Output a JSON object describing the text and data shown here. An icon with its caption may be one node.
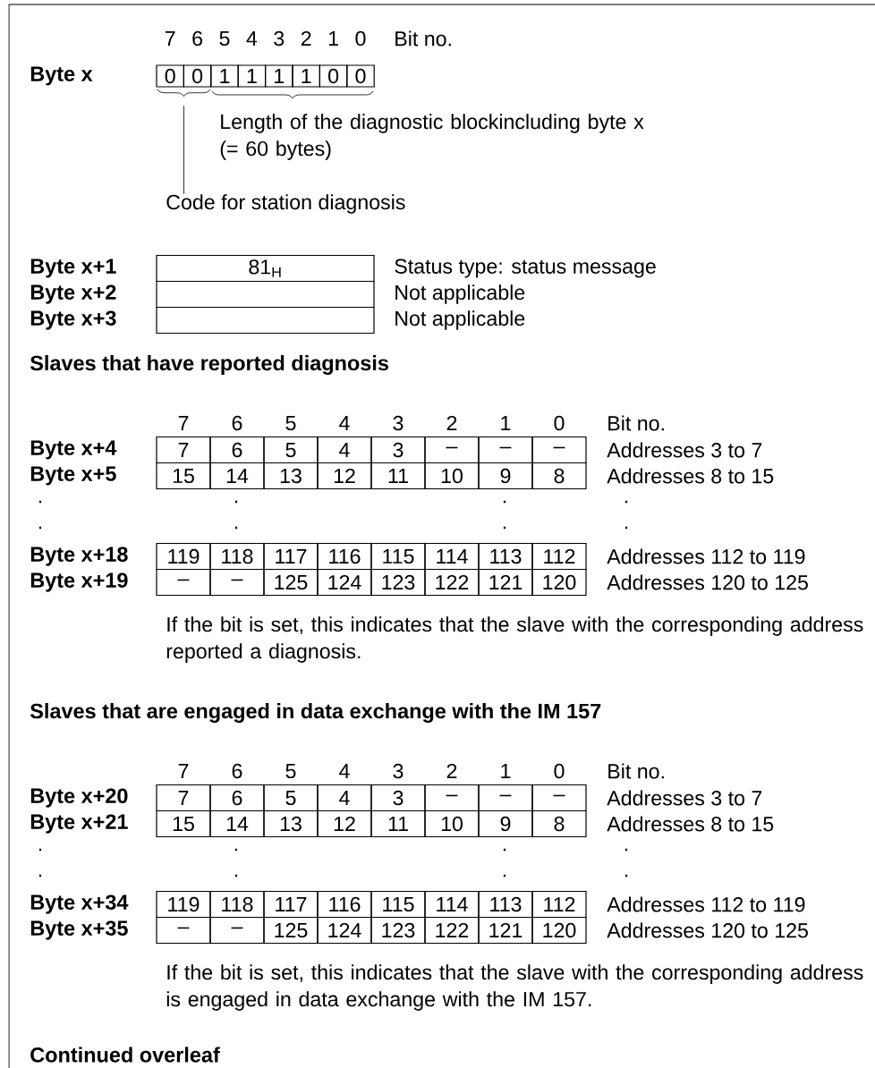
{
  "diagram": {
    "nodes": [
      {
        "text": [
          "Code for station diagnosis"
        ]
      },
      {
        "text": [],
        "shape": "bracket"
      }
    ],
    "edges": [
      {
        "from": 0,
        "to": 1,
        "arrow": "none"
      }
    ],
    "labels": [
      "7",
      "6",
      "5",
      "4",
      "3",
      "2",
      "1",
      "0",
      "Bit no.",
      "Byte x",
      "0",
      "0",
      "1",
      "1",
      "1",
      "1",
      "0",
      "0",
      "Length of the diagnostic blockincluding byte x (= 60 bytes)",
      "Byte x+1",
      "81$_{H}$",
      "Status type: status message",
      "Byte x+2",
      "Not applicable",
      "Byte x+3",
      "Not applicable",
      "Slaves that have reported diagnosis",
      "7",
      "6",
      "5",
      "4",
      "3",
      "2",
      "1",
      "0",
      "Bit no.",
      "Byte x+4",
      "7",
      "6",
      "5",
      "4",
      "3",
      "–",
      "–",
      "–",
      "Addresses 3 to 7",
      "Byte x+5",
      "15",
      "14",
      "13",
      "12",
      "11",
      "10",
      "9",
      "8",
      "Addresses 8 to 15",
      ".",
      ".",
      ".",
      ".",
      ".",
      ".",
      ".",
      ".",
      "Byte x+18",
      "119",
      "118",
      "117",
      "116",
      "115",
      "114",
      "113",
      "112",
      "Addresses 112 to 119",
      "Byte x+19",
      "–",
      "–",
      "125",
      "124",
      "123",
      "122",
      "121",
      "120",
      "Addresses 120 to 125",
      "If the bit is set, this indicates that the slave with the corresponding address reported a diagnosis.",
      "Slaves that are engaged in data exchange with the IM 157",
      "7",
      "6",
      "5",
      "4",
      "3",
      "2",
      "1",
      "0",
      "Bit no.",
      "Byte x+20",
      "7",
      "6",
      "5",
      "4",
      "3",
      "–",
      "–",
      "–",
      "Addresses 3 to 7",
      "Byte x+21",
      "15",
      "14",
      "13",
      "12",
      "11",
      "10",
      "9",
      "8",
      "Addresses 8 to 15",
      ".",
      ".",
      ".",
      ".",
      ".",
      ".",
      ".",
      ".",
      "Byte x+34",
      "119",
      "118",
      "117",
      "116",
      "115",
      "114",
      "113",
      "112",
      "Addresses 112 to 119",
      "Byte x+35",
      "–",
      "–",
      "125",
      "124",
      "123",
      "122",
      "121",
      "120",
      "Addresses 120 to 125",
      "If the bit is set, this indicates that the slave with the corresponding address is engaged in data exchange with the IM 157.",
      "Continued overleaf"
    ]
  }
}
